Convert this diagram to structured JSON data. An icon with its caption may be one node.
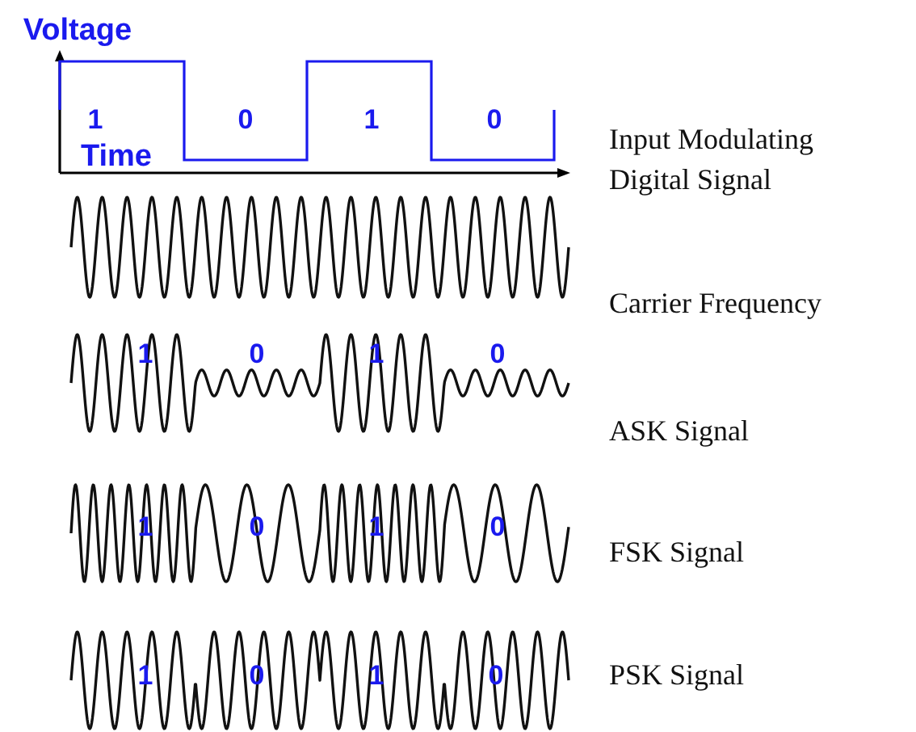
{
  "diagram": {
    "labels": [
      "Voltage",
      "1",
      "0",
      "1",
      "0",
      "Time",
      "Input Modulating Digital Signal",
      "Carrier Frequency",
      "1",
      "0",
      "1",
      "0",
      "ASK Signal",
      "1",
      "0",
      "1",
      "0",
      "FSK Signal",
      "1",
      "0",
      "1",
      "0",
      "PSK Signal"
    ]
  }
}
